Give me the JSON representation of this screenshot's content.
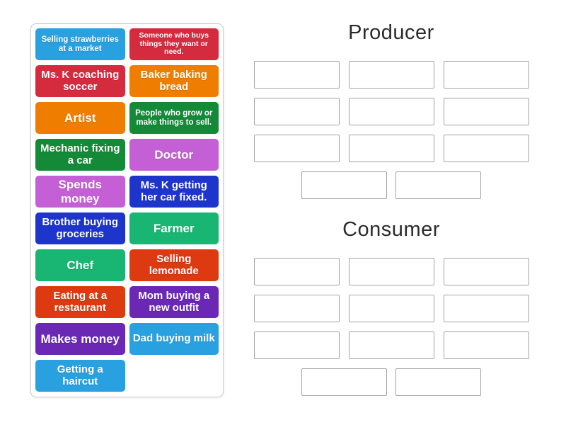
{
  "activity_type": "group-sort",
  "tiles": [
    {
      "label": "Selling strawberries at a market",
      "color": "#29A0DF"
    },
    {
      "label": "Someone who buys things they want or need.",
      "color": "#D52B3F"
    },
    {
      "label": "Ms. K coaching soccer",
      "color": "#D52B3F"
    },
    {
      "label": "Baker baking bread",
      "color": "#EF7D00"
    },
    {
      "label": "Artist",
      "color": "#EF7D00"
    },
    {
      "label": "People who grow or make things to sell.",
      "color": "#148A38"
    },
    {
      "label": "Mechanic fixing a car",
      "color": "#148A38"
    },
    {
      "label": "Doctor",
      "color": "#C55FD5"
    },
    {
      "label": "Spends money",
      "color": "#C55FD5"
    },
    {
      "label": "Ms. K getting her car fixed.",
      "color": "#1E35CC"
    },
    {
      "label": "Brother buying groceries",
      "color": "#1E35CC"
    },
    {
      "label": "Farmer",
      "color": "#19B573"
    },
    {
      "label": "Chef",
      "color": "#19B573"
    },
    {
      "label": "Selling lemonade",
      "color": "#DD3A12"
    },
    {
      "label": "Eating at a restaurant",
      "color": "#DD3A12"
    },
    {
      "label": "Mom buying a new outfit",
      "color": "#6A28B5"
    },
    {
      "label": "Makes money",
      "color": "#6A28B5"
    },
    {
      "label": "Dad buying milk",
      "color": "#29A0DF"
    },
    {
      "label": "Getting a haircut",
      "color": "#29A0DF"
    }
  ],
  "groups": [
    {
      "name": "Producer",
      "slot_count": 11
    },
    {
      "name": "Consumer",
      "slot_count": 11
    }
  ],
  "colors": {
    "heading_text": "#2b2b2b",
    "panel_border": "#c9c9c9",
    "slot_border": "#a3a3a3",
    "tile_text": "#ffffff",
    "background": "#ffffff"
  }
}
